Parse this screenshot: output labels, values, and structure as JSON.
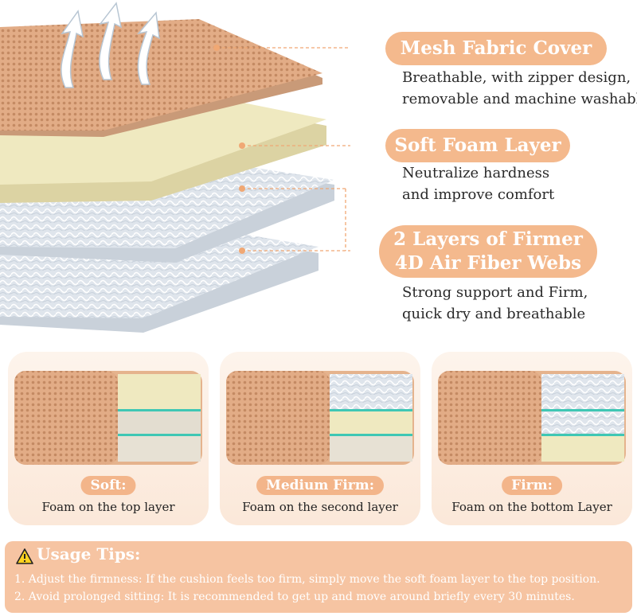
{
  "layers": [
    {
      "title_lines": [
        "Mesh Fabric Cover"
      ],
      "desc_lines": [
        "Breathable, with zipper design,",
        "removable and machine washable"
      ]
    },
    {
      "title_lines": [
        "Soft Foam Layer"
      ],
      "desc_lines": [
        "Neutralize hardness",
        "and improve comfort"
      ]
    },
    {
      "title_lines": [
        "2 Layers of Firmer",
        "4D Air Fiber Webs"
      ],
      "desc_lines": [
        "Strong support and Firm,",
        "quick dry and breathable"
      ]
    }
  ],
  "modes": [
    {
      "label": "Soft:",
      "desc": "Foam on the top layer"
    },
    {
      "label": "Medium Firm:",
      "desc": "Foam on the second layer"
    },
    {
      "label": "Firm:",
      "desc": "Foam on the bottom Layer"
    }
  ],
  "tips": {
    "icon": "warning-icon",
    "title": "Usage Tips:",
    "items": [
      "1. Adjust the firmness: If the cushion feels too firm, simply move the soft foam layer to the top position.",
      "2. Avoid prolonged sitting: It is recommended to get up and move around briefly every 30 minutes."
    ]
  },
  "colors": {
    "accent": "#f4b98d",
    "mesh": "#e6b48f",
    "foam": "#efe9c0",
    "fiber": "#dde3ea",
    "teal": "#3fc7b4"
  }
}
